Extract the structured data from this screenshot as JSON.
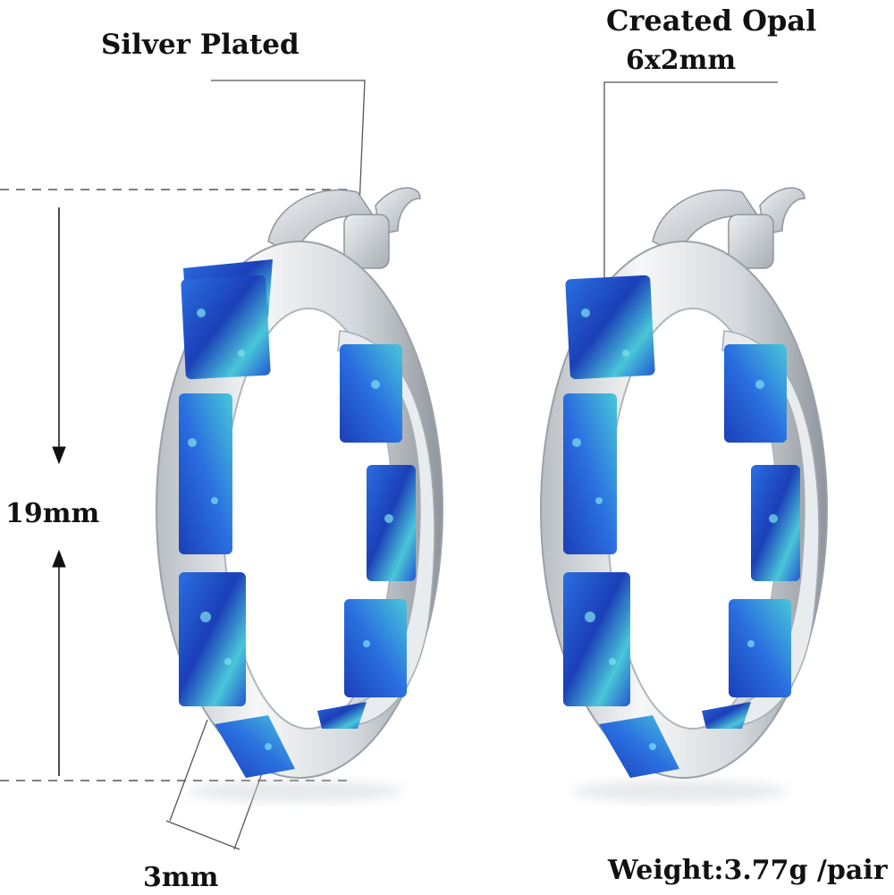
{
  "labels": {
    "material": "Silver Plated",
    "stone": "Created Opal",
    "stone_size": "6x2mm",
    "height": "19mm",
    "width": "3mm",
    "weight": "Weight:3.77g /pair"
  },
  "colors": {
    "background": "#ffffff",
    "silver": "#d9dde2",
    "silver_dark": "#9aa1a8",
    "opal_dark": "#1b3fb8",
    "opal_mid": "#2a6fe0",
    "opal_light": "#49c6d8",
    "text": "#111111",
    "guide_line": "#555555"
  },
  "image": {
    "subject": "pair of silver hoop earrings with inlaid blue opal",
    "icons": [
      "earring-left",
      "earring-right",
      "dimension-arrow"
    ]
  }
}
